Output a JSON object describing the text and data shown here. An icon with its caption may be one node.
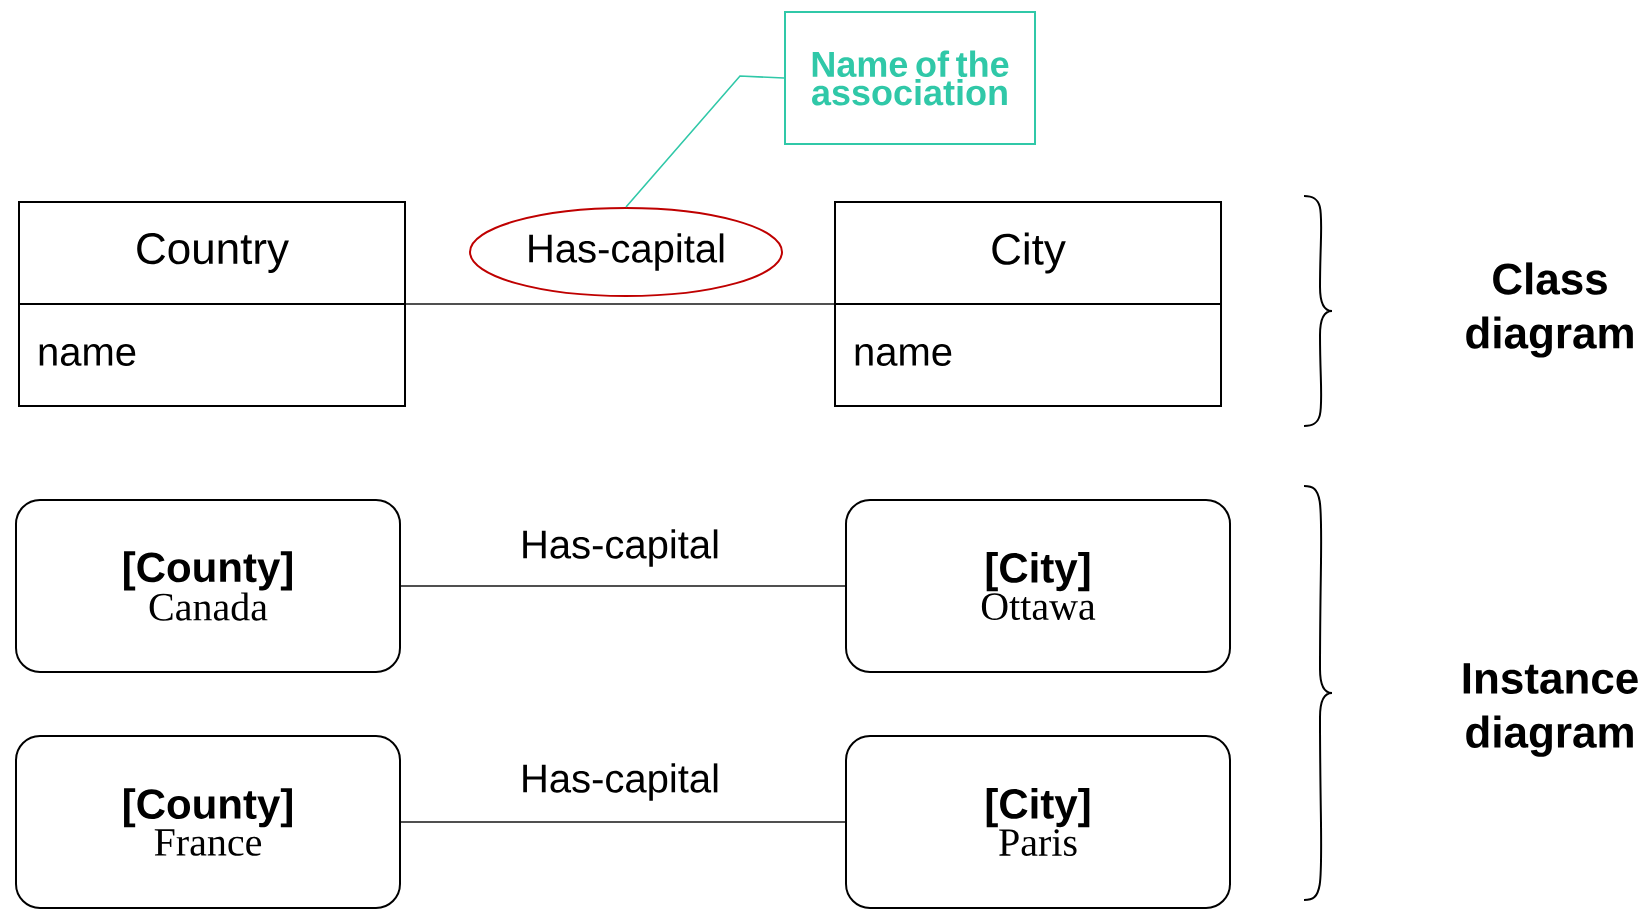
{
  "diagram": {
    "nodes": [
      {
        "text": [
          "Name of the association"
        ]
      },
      {
        "text": [
          "Country",
          "name"
        ]
      },
      {
        "text": [],
        "shape": "ellipse"
      },
      {
        "text": [
          "City",
          "name"
        ]
      },
      {
        "text": [
          "[County]",
          "Canada"
        ]
      },
      {
        "text": [
          "[City]",
          "Ottawa"
        ]
      },
      {
        "text": [
          "[County]",
          "France"
        ]
      },
      {
        "text": [
          "[City]",
          "Paris"
        ]
      }
    ],
    "edges": [
      {
        "from": 1,
        "to": 3,
        "arrow": "none",
        "label": "Has-capital"
      },
      {
        "from": 0,
        "to": 2,
        "arrow": "none",
        "color": "#30c8a8"
      },
      {
        "from": 4,
        "to": 5,
        "arrow": "none",
        "label": "Has-capital"
      },
      {
        "from": 6,
        "to": 7,
        "arrow": "none",
        "label": "Has-capital"
      }
    ],
    "labels": [
      "Class diagram",
      "Instance diagram"
    ]
  }
}
